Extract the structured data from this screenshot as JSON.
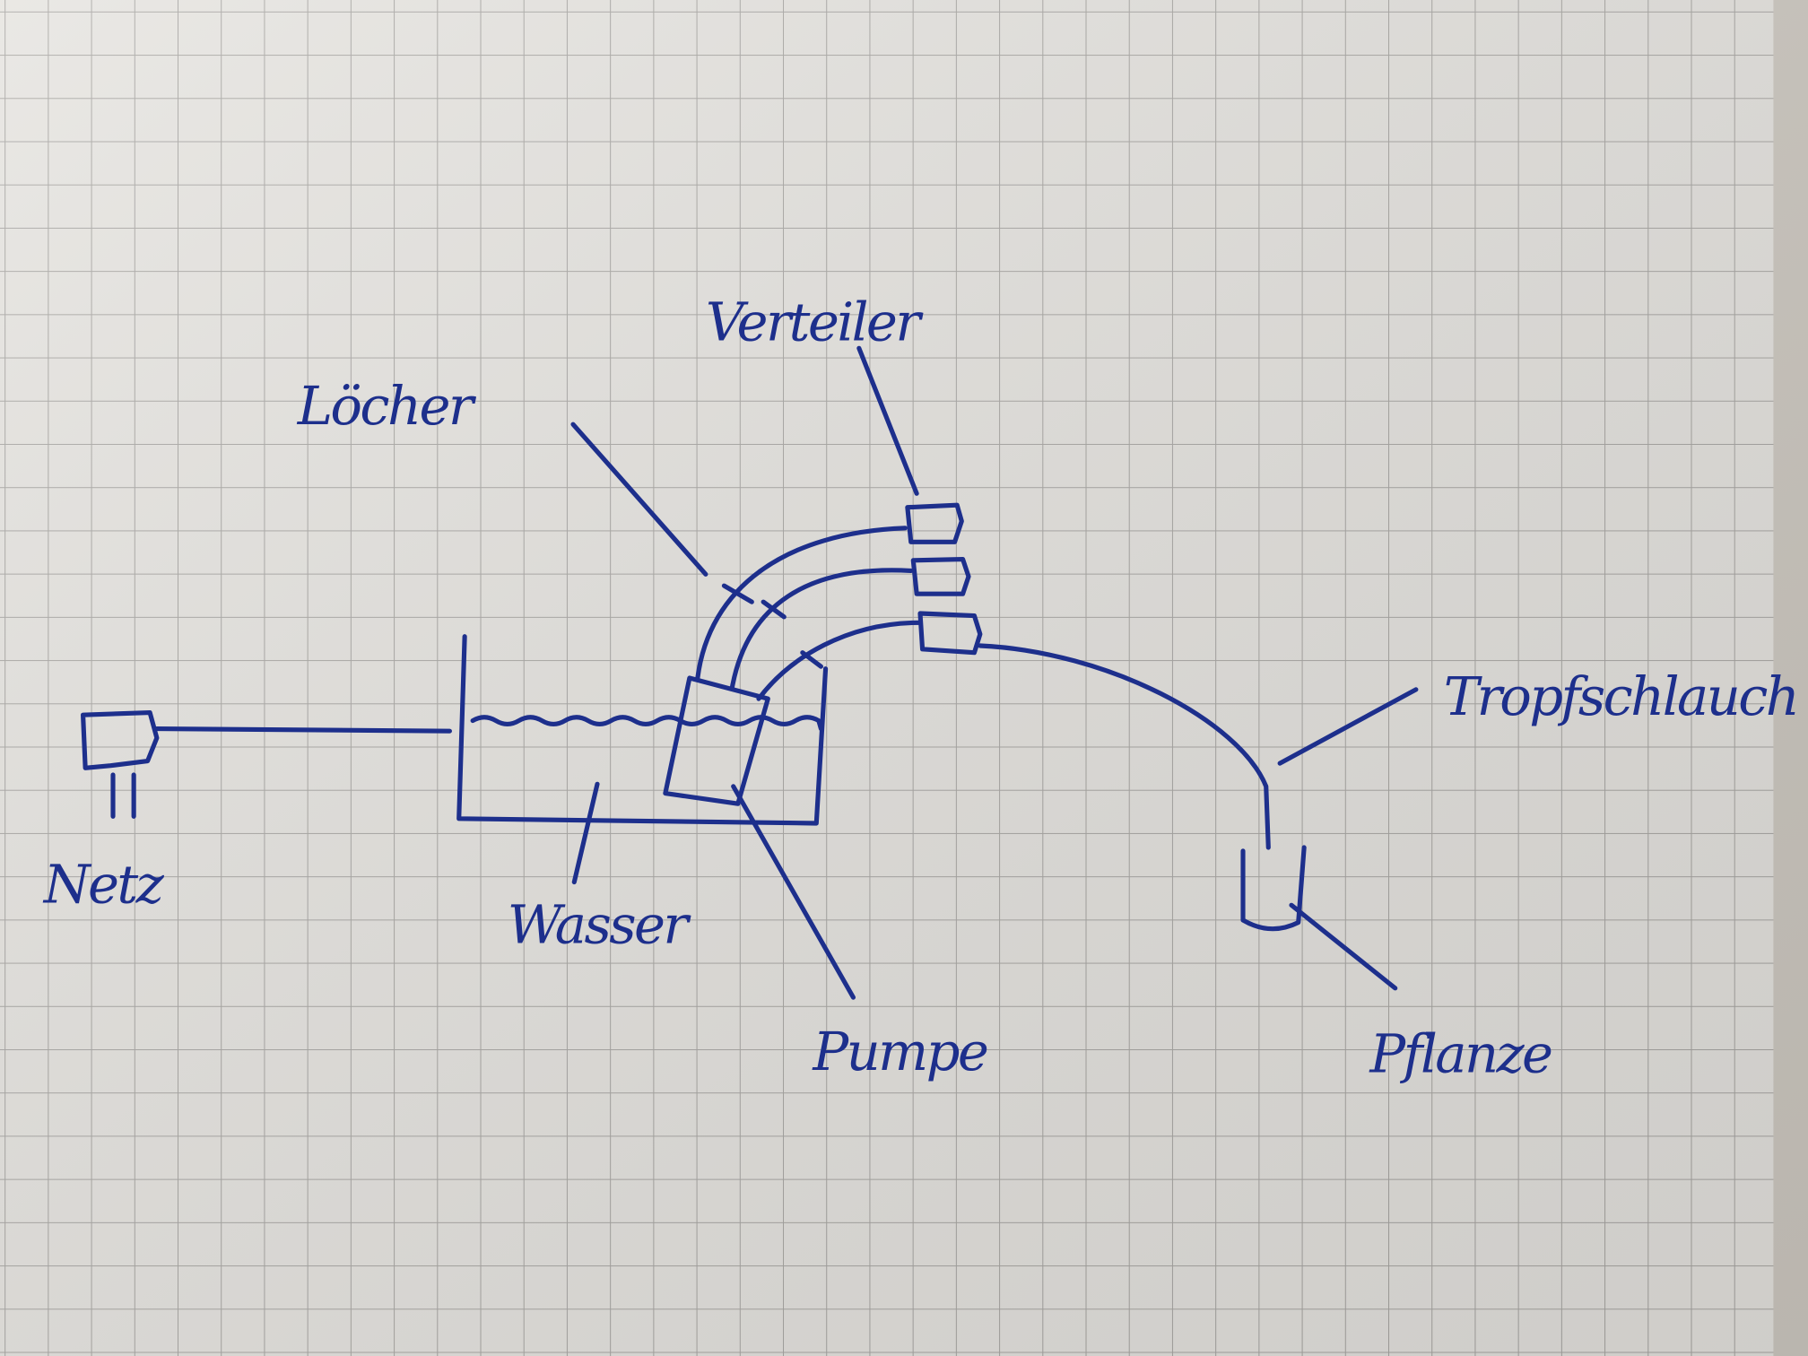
{
  "diagram": {
    "labels": {
      "holes": "Löcher",
      "distributor": "Verteiler",
      "drip_hose": "Tropfschlauch",
      "mains": "Netz",
      "water": "Wasser",
      "pump": "Pumpe",
      "plant": "Pflanze"
    },
    "colors": {
      "ink": "#1d2f8c",
      "paper": "#e6e4e0",
      "grid": "#a9a7a4"
    }
  }
}
